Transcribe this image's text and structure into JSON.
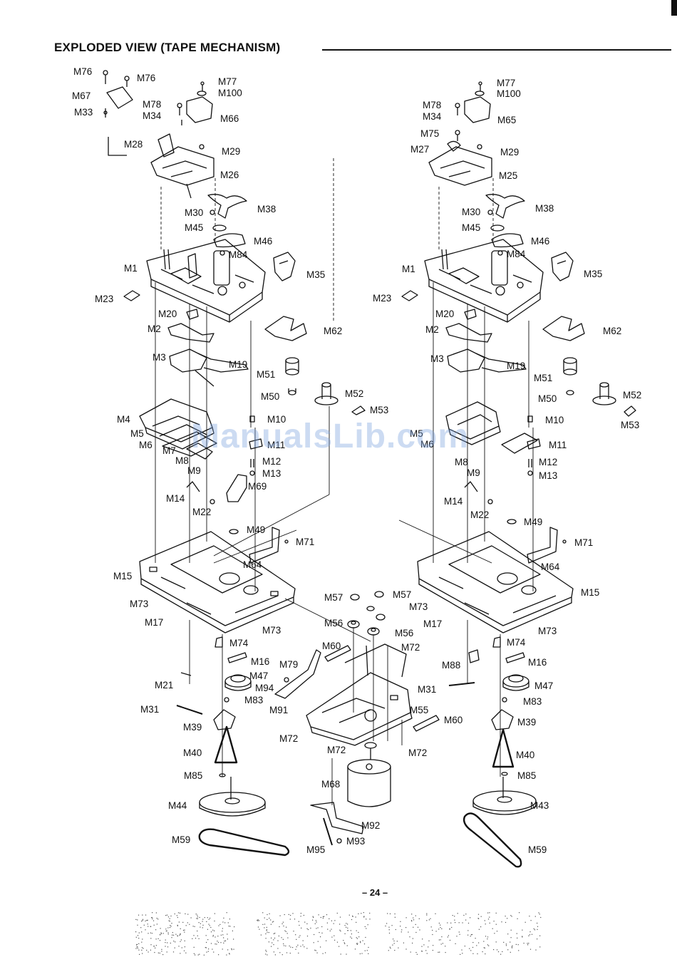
{
  "title": "EXPLODED  VIEW (TAPE MECHANISM)",
  "page_number": "– 24 –",
  "watermark": "ManualsLib.com",
  "colors": {
    "ink": "#111111",
    "watermark": "#78a0dc",
    "background": "#ffffff"
  },
  "left_labels": [
    "M76",
    "M76",
    "M67",
    "M33",
    "M77",
    "M100",
    "M78",
    "M34",
    "M66",
    "M28",
    "M29",
    "M26",
    "M38",
    "M30",
    "M45",
    "M46",
    "M84",
    "M1",
    "M35",
    "M23",
    "M20",
    "M62",
    "M2",
    "M3",
    "M19",
    "M51",
    "M50",
    "M52",
    "M53",
    "M4",
    "M10",
    "M5",
    "M6",
    "M7",
    "M11",
    "M8",
    "M12",
    "M9",
    "M13",
    "M69",
    "M14",
    "M22",
    "M49",
    "M71",
    "M64",
    "M15",
    "M73",
    "M17",
    "M73",
    "M74",
    "M16",
    "M47",
    "M21",
    "M83",
    "M31",
    "M39",
    "M40",
    "M85",
    "M44",
    "M59"
  ],
  "center_labels": [
    "M57",
    "M57",
    "M56",
    "M56",
    "M60",
    "M72",
    "M79",
    "M94",
    "M91",
    "M55",
    "M72",
    "M60",
    "M72",
    "M72",
    "M68",
    "M92",
    "M95",
    "M93"
  ],
  "right_labels": [
    "M77",
    "M100",
    "M78",
    "M34",
    "M65",
    "M75",
    "M27",
    "M29",
    "M25",
    "M38",
    "M30",
    "M45",
    "M46",
    "M84",
    "M1",
    "M35",
    "M23",
    "M20",
    "M62",
    "M2",
    "M3",
    "M19",
    "M51",
    "M50",
    "M52",
    "M53",
    "M5",
    "M10",
    "M6",
    "M11",
    "M8",
    "M12",
    "M9",
    "M13",
    "M14",
    "M22",
    "M49",
    "M71",
    "M64",
    "M15",
    "M73",
    "M17",
    "M73",
    "M74",
    "M88",
    "M16",
    "M31",
    "M47",
    "M83",
    "M39",
    "M40",
    "M85",
    "M43",
    "M59"
  ]
}
